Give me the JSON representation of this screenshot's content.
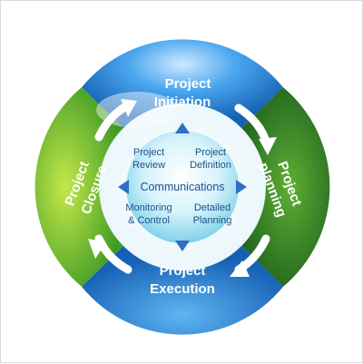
{
  "diagram": {
    "outer_stages": [
      {
        "id": "initiation",
        "lines": [
          "Project",
          "Initiation"
        ],
        "color": "#1f7fd0"
      },
      {
        "id": "planning",
        "lines": [
          "Project",
          "planning"
        ],
        "color": "#1f7a2c"
      },
      {
        "id": "execution",
        "lines": [
          "Project",
          "Execution"
        ],
        "color": "#1f7fd0"
      },
      {
        "id": "closure",
        "lines": [
          "Project",
          "Closure"
        ],
        "color": "#6fbf2a"
      }
    ],
    "hub": {
      "label": "Communications"
    },
    "inner_items": [
      {
        "id": "review",
        "lines": [
          "Project",
          "Review"
        ]
      },
      {
        "id": "definition",
        "lines": [
          "Project",
          "Definition"
        ]
      },
      {
        "id": "monitoring",
        "lines": [
          "Monitoring",
          "& Control"
        ]
      },
      {
        "id": "detailed",
        "lines": [
          "Detailed",
          "Planning"
        ]
      }
    ]
  }
}
